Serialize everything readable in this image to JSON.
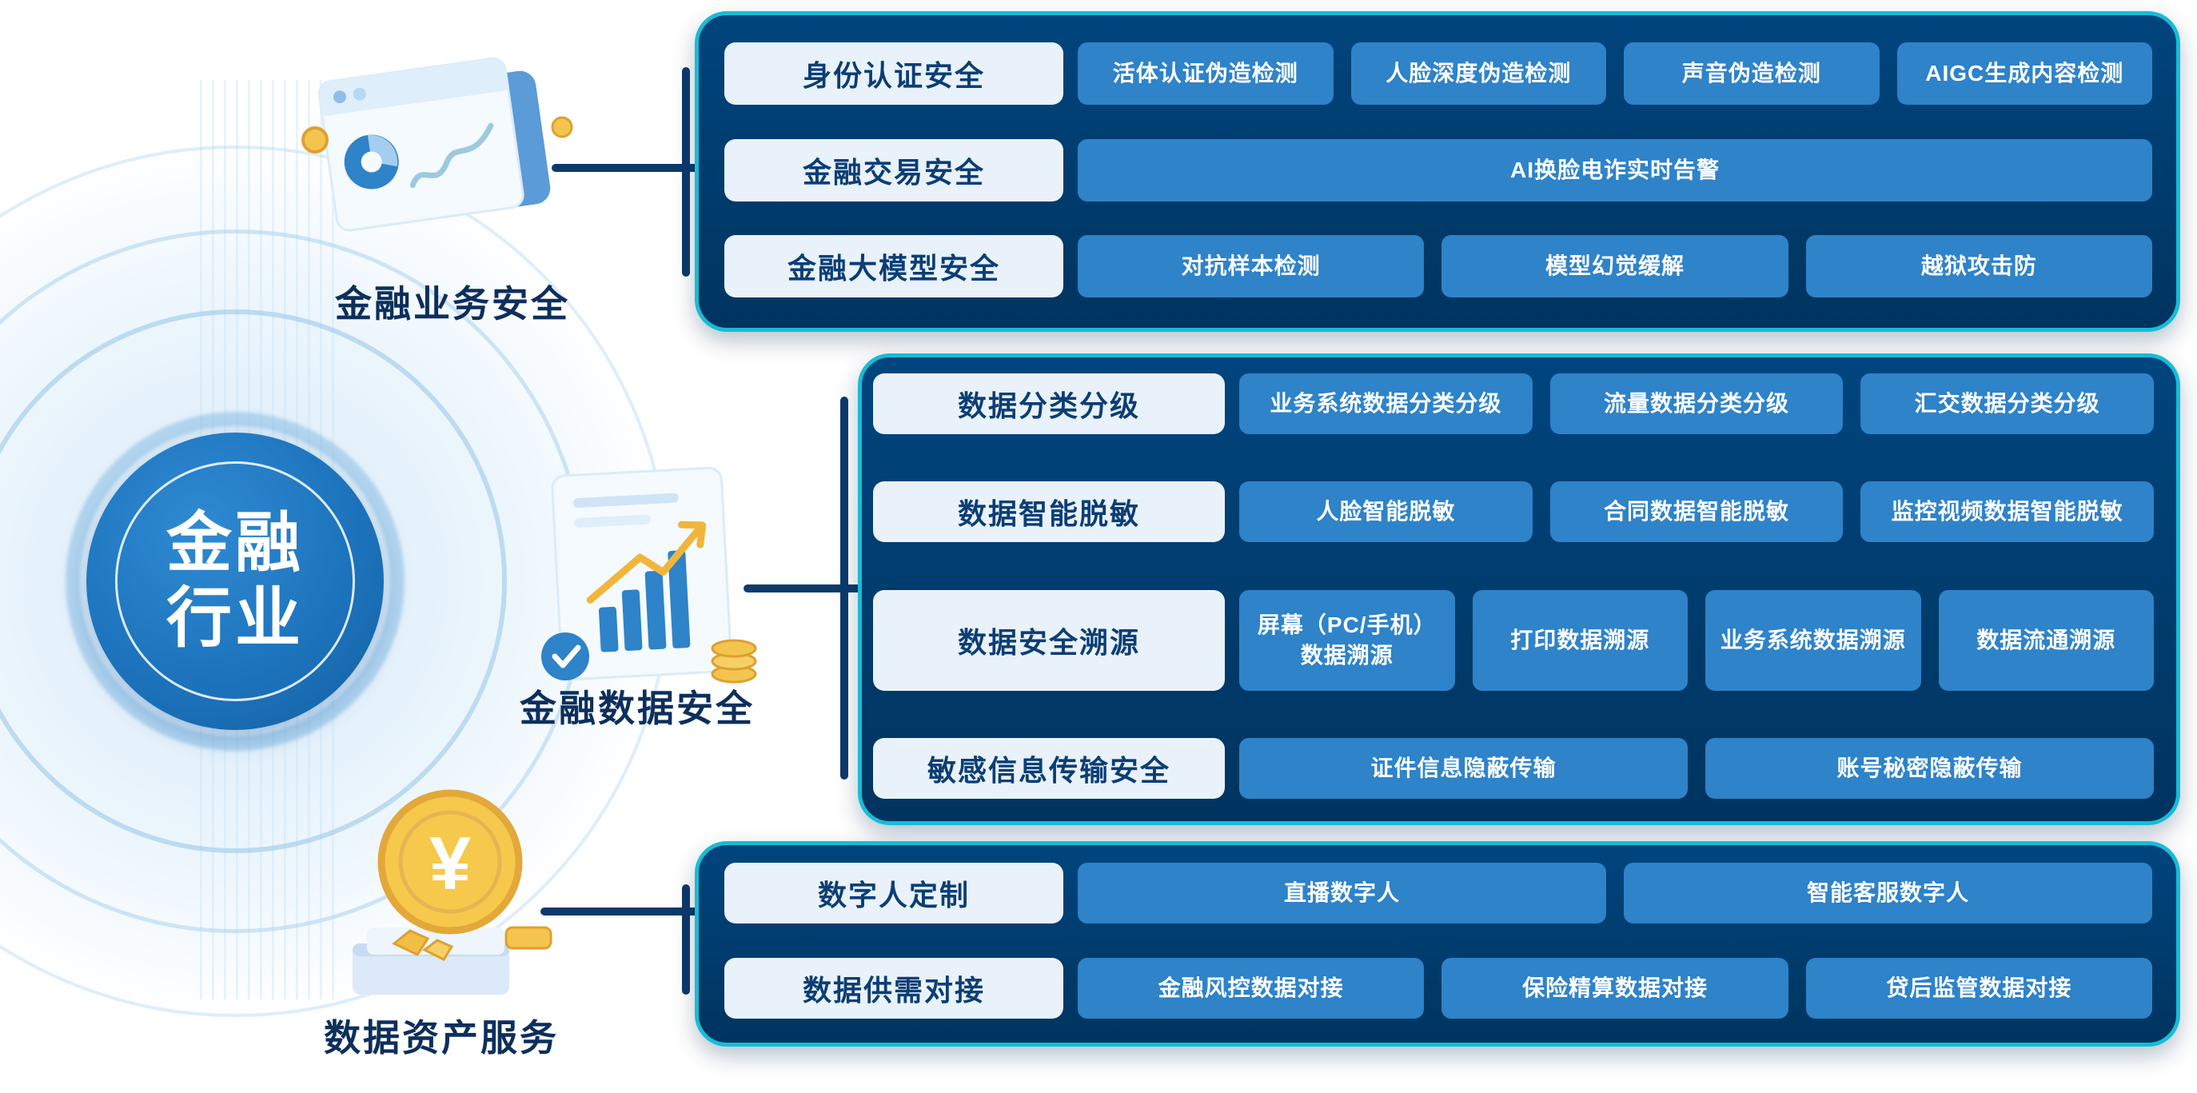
{
  "center": {
    "line1": "金融",
    "line2": "行业"
  },
  "categories": [
    "金融业务安全",
    "金融数据安全",
    "数据资产服务"
  ],
  "panels": [
    {
      "name": "business-security",
      "rows": [
        {
          "label": "身份认证安全",
          "items": [
            "活体认证伪造检测",
            "人脸深度伪造检测",
            "声音伪造检测",
            "AIGC生成内容检测"
          ]
        },
        {
          "label": "金融交易安全",
          "items": [
            "AI换脸电诈实时告警"
          ]
        },
        {
          "label": "金融大模型安全",
          "items": [
            "对抗样本检测",
            "模型幻觉缓解",
            "越狱攻击防"
          ]
        }
      ]
    },
    {
      "name": "data-security",
      "rows": [
        {
          "label": "数据分类分级",
          "items": [
            "业务系统数据分类分级",
            "流量数据分类分级",
            "汇交数据分类分级"
          ]
        },
        {
          "label": "数据智能脱敏",
          "items": [
            "人脸智能脱敏",
            "合同数据智能脱敏",
            "监控视频数据智能脱敏"
          ]
        },
        {
          "label": "数据安全溯源",
          "items": [
            "屏幕（PC/手机）数据溯源",
            "打印数据溯源",
            "业务系统数据溯源",
            "数据流通溯源"
          ]
        },
        {
          "label": "敏感信息传输安全",
          "items": [
            "证件信息隐蔽传输",
            "账号秘密隐蔽传输"
          ]
        }
      ]
    },
    {
      "name": "data-asset-services",
      "rows": [
        {
          "label": "数字人定制",
          "items": [
            "直播数字人",
            "智能客服数字人"
          ]
        },
        {
          "label": "数据供需对接",
          "items": [
            "金融风控数据对接",
            "保险精算数据对接",
            "贷后监管数据对接"
          ]
        }
      ]
    }
  ],
  "icons": {
    "top": "dashboard-chart-illustration",
    "middle": "document-chart-illustration",
    "bottom": "yuan-coin-illustration"
  },
  "colors": {
    "panel_bg": "#00457e",
    "panel_border": "#17bcd6",
    "chip": "#2e83c9",
    "row_label_bg": "#e9f2fb",
    "row_label_text": "#0b3e75",
    "circle": "#1d74bd",
    "connector": "#0c3a6b",
    "coin_gold": "#f6c84c"
  }
}
